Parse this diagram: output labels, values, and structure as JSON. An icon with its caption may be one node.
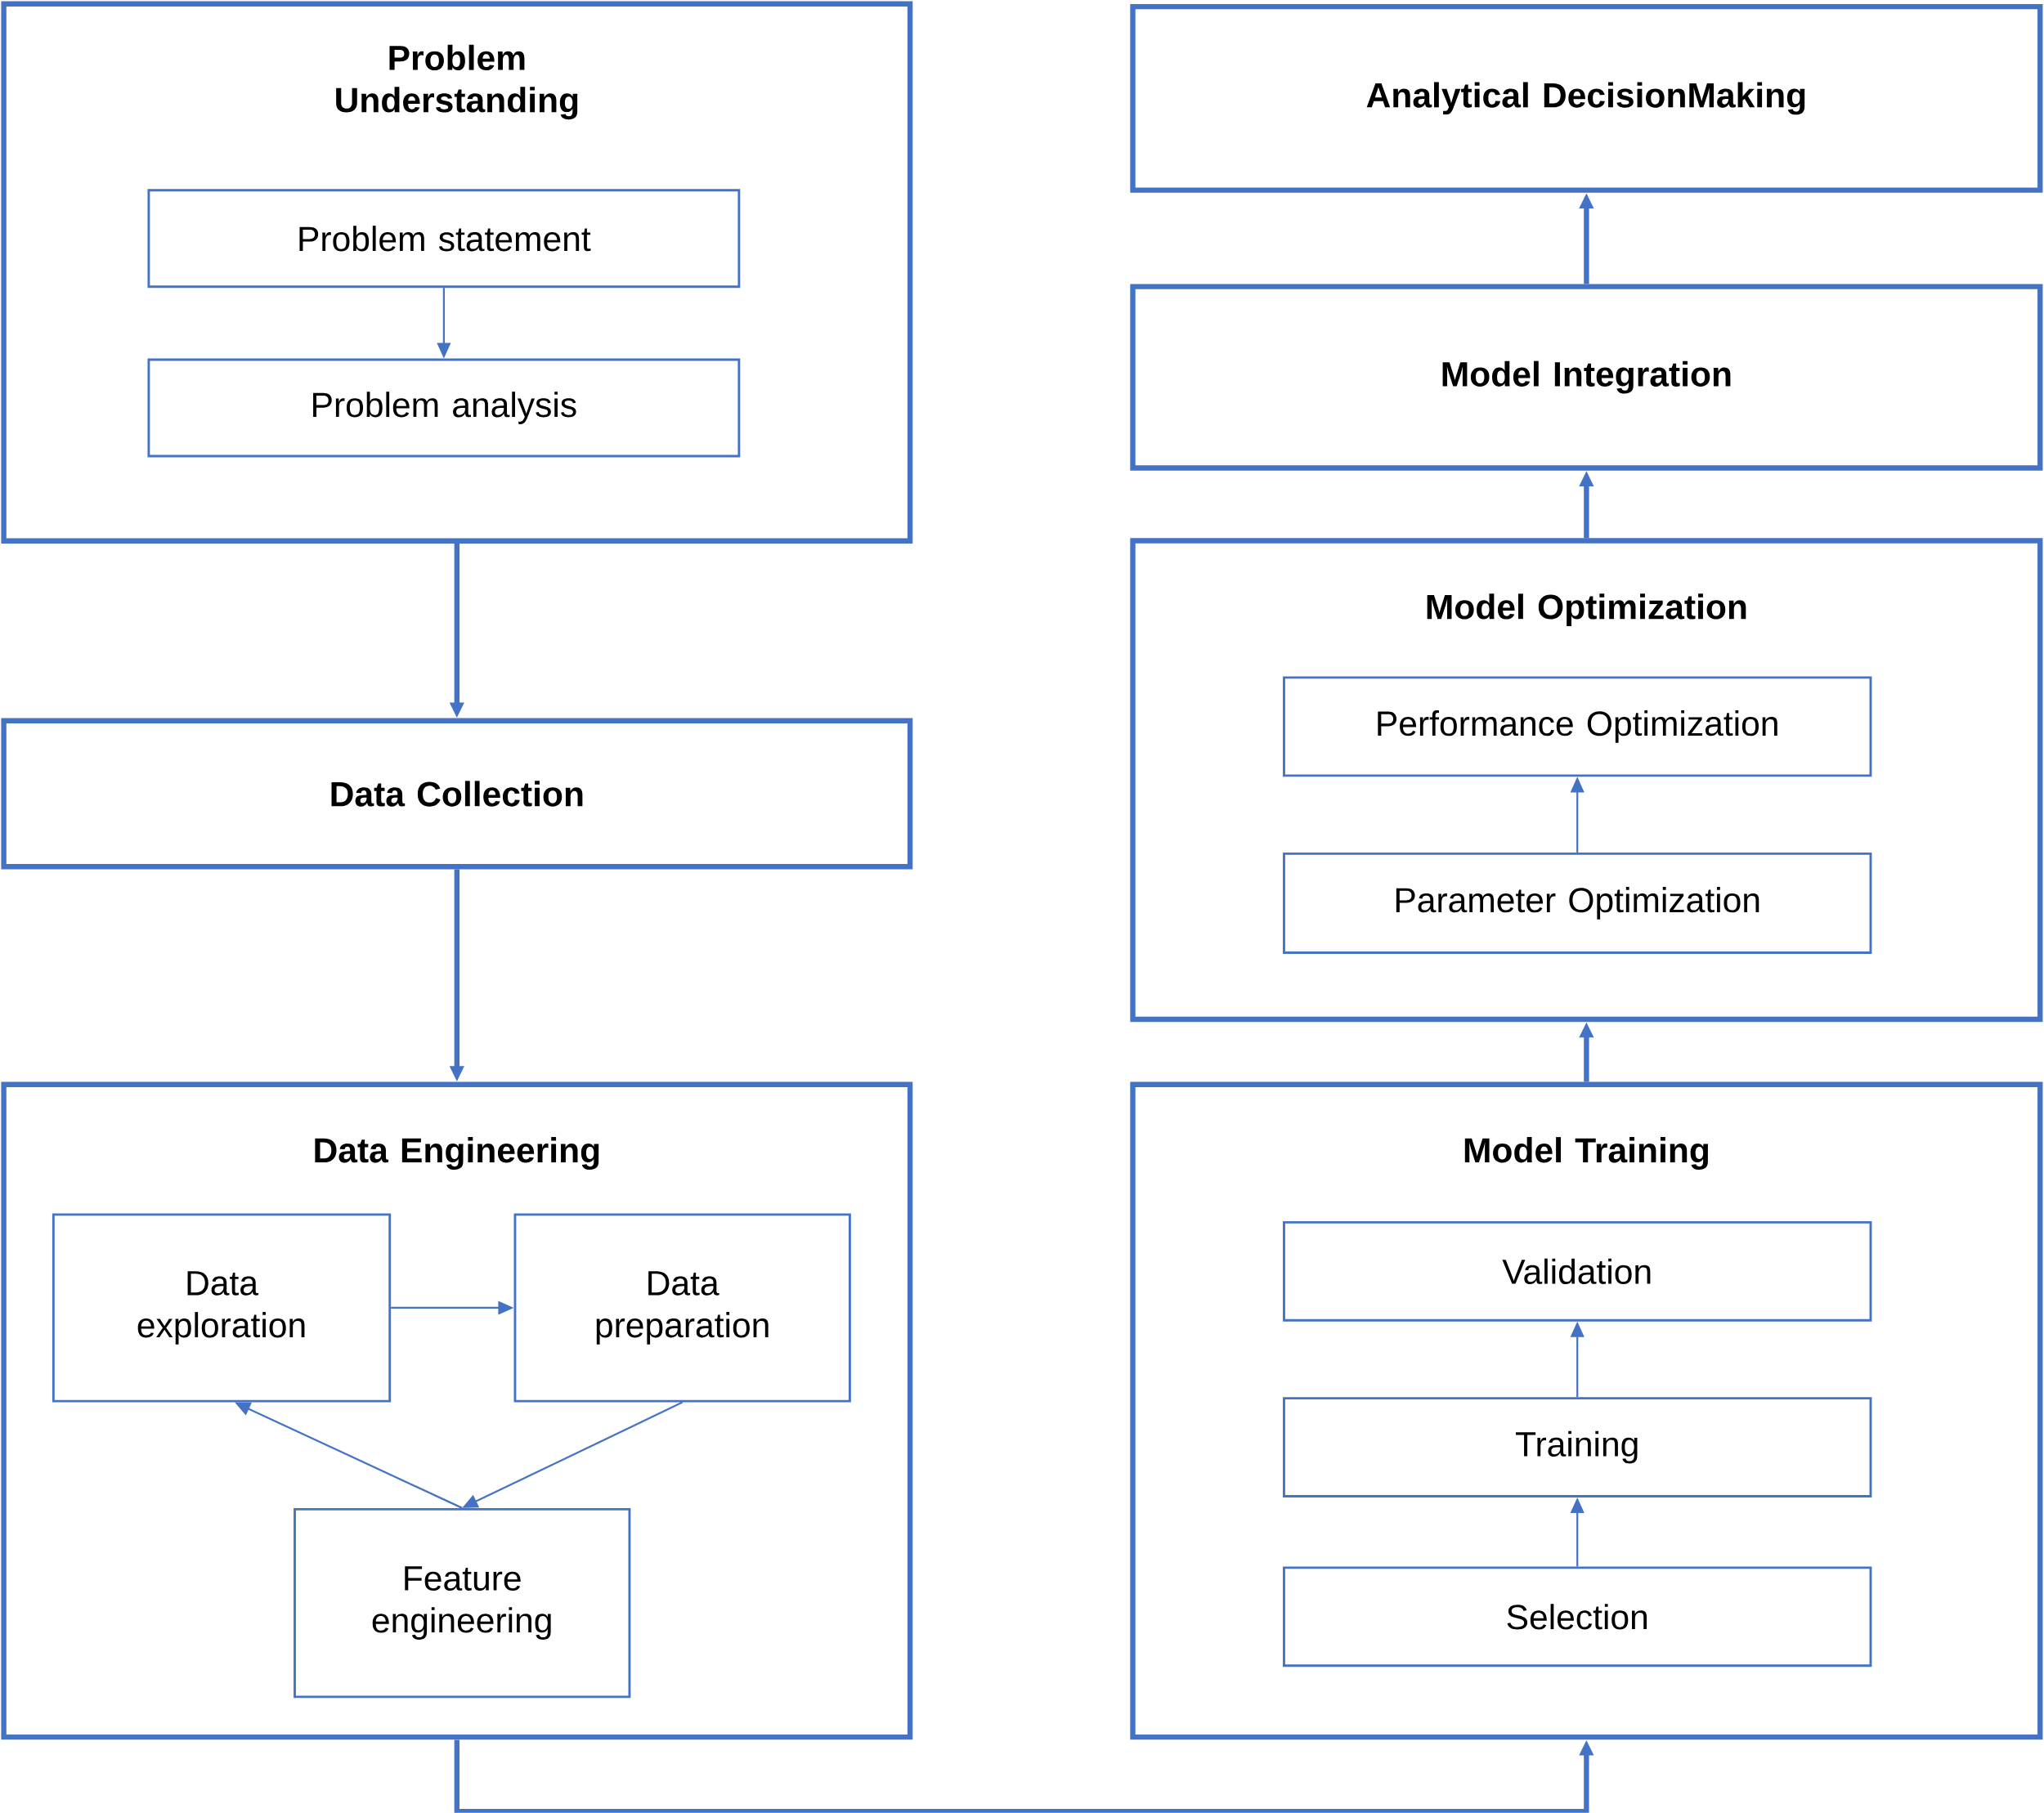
{
  "diagram": {
    "nodes": [
      {
        "text": [
          "Problem Understanding"
        ]
      },
      {
        "text": [
          "Problem statement"
        ],
        "in": 0
      },
      {
        "text": [
          "Problem analysis"
        ],
        "in": 0
      },
      {
        "text": [
          "Data Collection"
        ]
      },
      {
        "text": [
          "Data Engineering"
        ]
      },
      {
        "text": [
          "Data exploration"
        ],
        "in": 4
      },
      {
        "text": [
          "Data preparation"
        ],
        "in": 4
      },
      {
        "text": [
          "Feature engineering"
        ],
        "in": 4
      },
      {
        "text": [
          "Analytical DecisionMaking"
        ]
      },
      {
        "text": [
          "Model Integration"
        ]
      },
      {
        "text": [
          "Model Optimization"
        ]
      },
      {
        "text": [
          "Performance Optimization"
        ],
        "in": 10
      },
      {
        "text": [
          "Parameter Optimization"
        ],
        "in": 10
      },
      {
        "text": [
          "Model Training"
        ]
      },
      {
        "text": [
          "Validation"
        ],
        "in": 13
      },
      {
        "text": [
          "Training"
        ],
        "in": 13
      },
      {
        "text": [
          "Selection"
        ],
        "in": 13
      }
    ],
    "edges": [
      {
        "from": 1,
        "to": 2,
        "arrow": "to"
      },
      {
        "from": 0,
        "to": 3,
        "arrow": "to",
        "style": "thick"
      },
      {
        "from": 3,
        "to": 4,
        "arrow": "to",
        "style": "thick"
      },
      {
        "from": 5,
        "to": 6,
        "arrow": "to"
      },
      {
        "from": 7,
        "to": 5,
        "arrow": "to"
      },
      {
        "from": 6,
        "to": 7,
        "arrow": "to"
      },
      {
        "from": 4,
        "to": 13,
        "arrow": "to",
        "style": "thick"
      },
      {
        "from": 16,
        "to": 15,
        "arrow": "to"
      },
      {
        "from": 15,
        "to": 14,
        "arrow": "to"
      },
      {
        "from": 13,
        "to": 10,
        "arrow": "to",
        "style": "thick"
      },
      {
        "from": 12,
        "to": 11,
        "arrow": "to"
      },
      {
        "from": 10,
        "to": 9,
        "arrow": "to",
        "style": "thick"
      },
      {
        "from": 9,
        "to": 8,
        "arrow": "to",
        "style": "thick"
      }
    ]
  }
}
